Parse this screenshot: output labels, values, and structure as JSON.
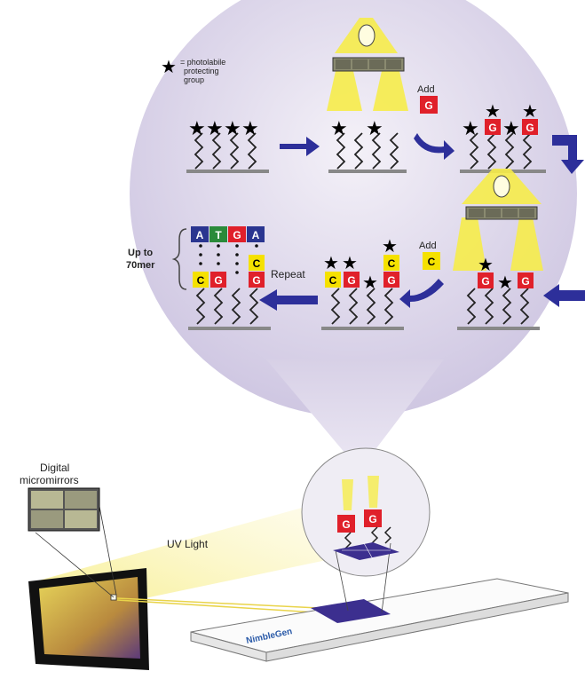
{
  "legend": {
    "star": "★",
    "line1": "= photolabile",
    "line2": "protecting",
    "line3": "group"
  },
  "steps": {
    "add_g": "Add",
    "add_c": "Add",
    "repeat": "Repeat"
  },
  "bases": {
    "g": "G",
    "c": "C",
    "a": "A",
    "t": "T"
  },
  "sequence": [
    "A",
    "T",
    "G",
    "A"
  ],
  "length_label": {
    "line1": "Up to",
    "line2": "70mer"
  },
  "device": {
    "mirrors_line1": "Digital",
    "mirrors_line2": "micromirrors",
    "uv": "UV Light"
  },
  "brand": {
    "name": "NimbleGen"
  },
  "colors": {
    "g_red": "#e0202a",
    "c_yellow": "#f5e100",
    "a_blue": "#2a3590",
    "t_green": "#2a8a3a",
    "arrow": "#2d2f9a",
    "bubble": "#dcd6ea"
  }
}
